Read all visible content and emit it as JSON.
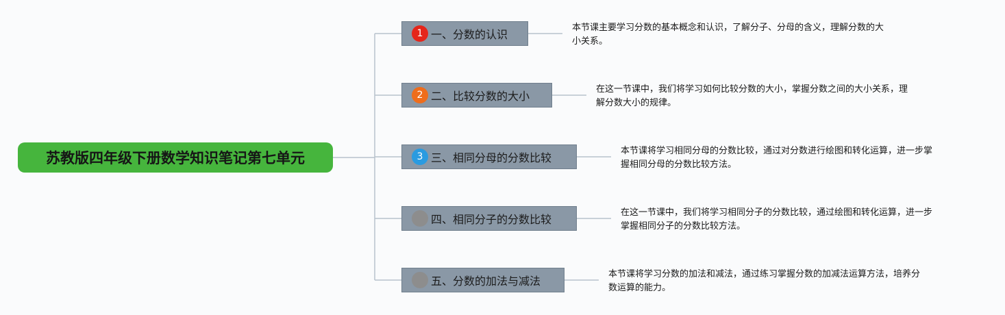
{
  "root": {
    "label": "苏教版四年级下册数学知识笔记第七单元"
  },
  "branches": [
    {
      "marker": "1",
      "marker_color": "#e5261b",
      "title": "一、分数的认识",
      "desc_lines": [
        "本节课主要学习分数的基本概念和认识，了解分子、分母的含义，理解分数的大",
        "小关系。"
      ]
    },
    {
      "marker": "2",
      "marker_color": "#ee6d1c",
      "title": "二、比较分数的大小",
      "desc_lines": [
        "在这一节课中，我们将学习如何比较分数的大小，掌握分数之间的大小关系，理",
        "解分数大小的规律。"
      ]
    },
    {
      "marker": "3",
      "marker_color": "#2a9be0",
      "title": "三、相同分母的分数比较",
      "desc_lines": [
        "本节课将学习相同分母的分数比较，通过对分数进行绘图和转化运算，进一步掌",
        "握相同分母的分数比较方法。"
      ]
    },
    {
      "marker": "",
      "marker_color": "#8d8d8d",
      "title": "四、相同分子的分数比较",
      "desc_lines": [
        "在这一节课中，我们将学习相同分子的分数比较，通过绘图和转化运算，进一步",
        "掌握相同分子的分数比较方法。"
      ]
    },
    {
      "marker": "",
      "marker_color": "#8d8d8d",
      "title": "五、分数的加法与减法",
      "desc_lines": [
        "本节课将学习分数的加法和减法，通过练习掌握分数的加减法运算方法，培养分",
        "数运算的能力。"
      ]
    }
  ],
  "colors": {
    "root_fill": "#46b53d",
    "topic_fill": "#8a98a6",
    "line": "#b8c2cc"
  }
}
